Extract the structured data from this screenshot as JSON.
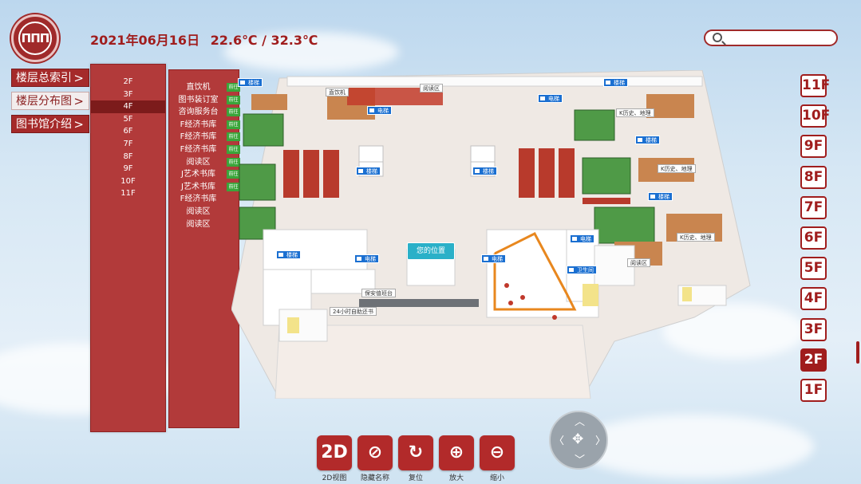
{
  "header": {
    "logo_text": "ΠΠΠ",
    "date": "2021年06月16日",
    "temperature": "22.6℃ / 32.3℃"
  },
  "search": {
    "placeholder": "",
    "value": ""
  },
  "menu": [
    {
      "label": "楼层总索引",
      "active": false
    },
    {
      "label": "楼层分布图",
      "active": true
    },
    {
      "label": "图书馆介绍",
      "active": false
    }
  ],
  "menu_chevron": ">",
  "floor_list": [
    "2F",
    "3F",
    "4F",
    "5F",
    "6F",
    "7F",
    "8F",
    "9F",
    "10F",
    "11F"
  ],
  "floor_list_selected": "4F",
  "poi_list": [
    {
      "label": "直饮机",
      "go": true
    },
    {
      "label": "图书装订室",
      "go": true
    },
    {
      "label": "咨询服务台",
      "go": true
    },
    {
      "label": "F经济书库",
      "go": true
    },
    {
      "label": "F经济书库",
      "go": true
    },
    {
      "label": "F经济书库",
      "go": true
    },
    {
      "label": "阅读区",
      "go": true
    },
    {
      "label": "J艺术书库",
      "go": true
    },
    {
      "label": "J艺术书库",
      "go": true
    },
    {
      "label": "F经济书库",
      "go": false
    },
    {
      "label": "阅读区",
      "go": false
    },
    {
      "label": "阅读区",
      "go": false
    }
  ],
  "go_label": "前往",
  "map": {
    "tags": {
      "stair": "楼梯",
      "elevator": "电梯",
      "toilet": "卫生间"
    },
    "text_labels": {
      "water": "直饮机",
      "reading_top": "阅读区",
      "history1": "K历史、地理",
      "history2": "K历史、地理",
      "history3": "K历史、地理",
      "reading_right": "阅读区",
      "security": "保安值班台",
      "selfservice": "24小时自助还书"
    },
    "you_here": "您的位置"
  },
  "floor_buttons": [
    "11F",
    "10F",
    "9F",
    "8F",
    "7F",
    "6F",
    "5F",
    "4F",
    "3F",
    "2F",
    "1F"
  ],
  "active_floor": "2F",
  "tools": [
    {
      "id": "view2d",
      "icon": "2D",
      "label": "2D视图"
    },
    {
      "id": "hide",
      "icon": "⊘",
      "label": "隐藏名称"
    },
    {
      "id": "reset",
      "icon": "↻",
      "label": "复位"
    },
    {
      "id": "zoomin",
      "icon": "⊕",
      "label": "放大"
    },
    {
      "id": "zoomout",
      "icon": "⊖",
      "label": "缩小"
    }
  ],
  "nav_pad": {
    "up": "︿",
    "down": "﹀",
    "left": "〈",
    "right": "〉",
    "center": "✥"
  },
  "colors": {
    "brand": "#a01d1d",
    "panel": "#b23a3a",
    "tag_blue": "#1a6fd1",
    "you_here": "#2ab0c8"
  }
}
